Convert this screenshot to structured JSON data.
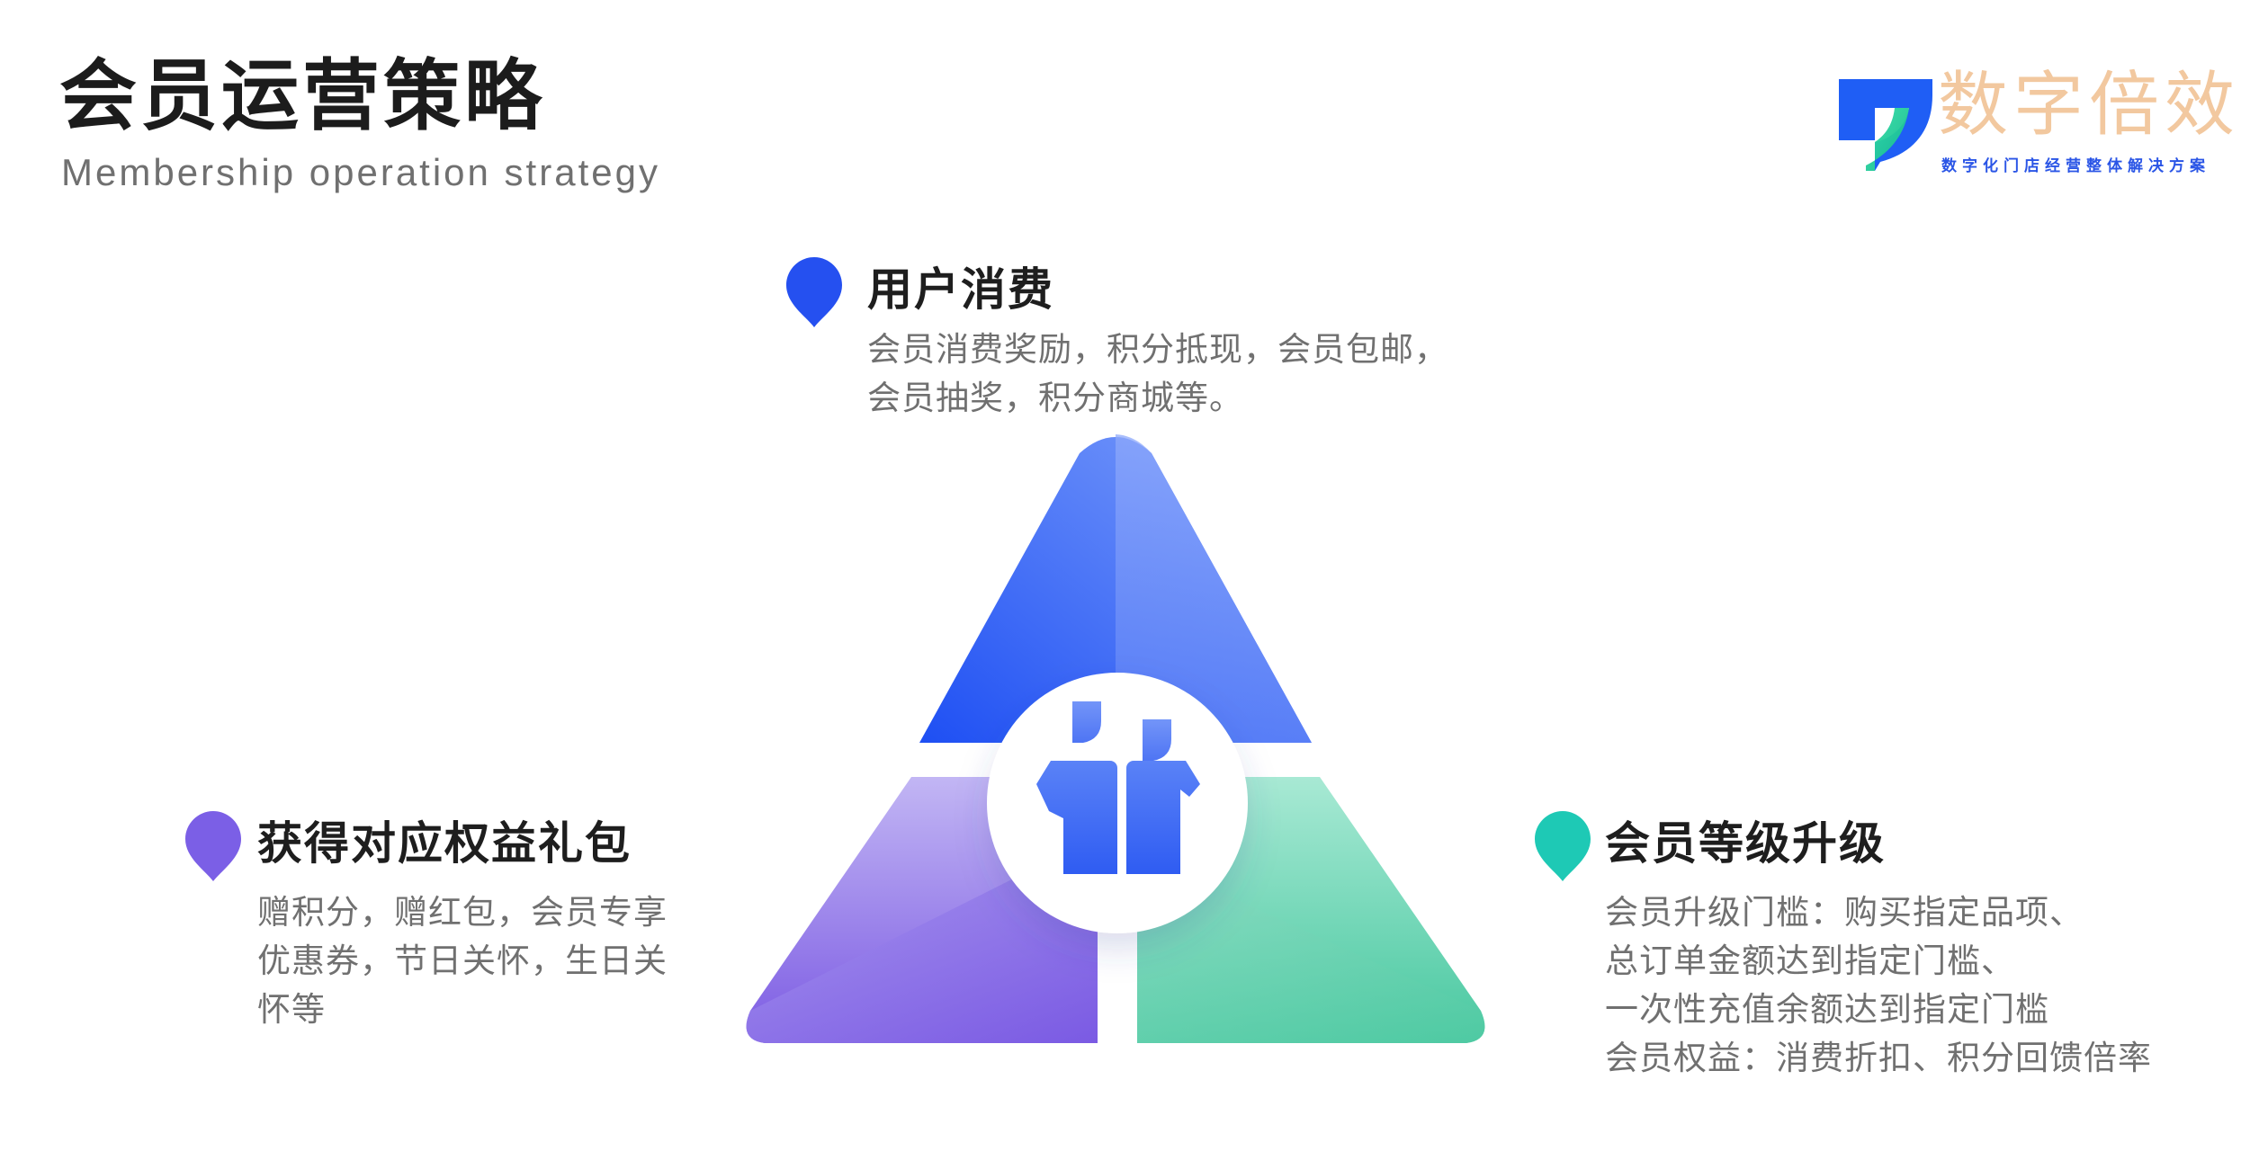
{
  "header": {
    "title": "会员运营策略",
    "subtitle": "Membership operation strategy"
  },
  "brand": {
    "name": "数字倍效",
    "tagline": "数字化门店经营整体解决方案",
    "colors": {
      "blue": "#1f5ef5",
      "green": "#2fd3a6",
      "name": "#f2c89f"
    }
  },
  "blocks": {
    "consumption": {
      "title": "用户消费",
      "lines": [
        "会员消费奖励，积分抵现，会员包邮，",
        "会员抽奖，积分商城等。"
      ],
      "pin_color": "#2550f0"
    },
    "gift": {
      "title": "获得对应权益礼包",
      "lines": [
        "赠积分，赠红包，会员专享",
        "优惠券，节日关怀，生日关",
        "怀等"
      ],
      "pin_color": "#7b5fe6"
    },
    "level": {
      "title": "会员等级升级",
      "lines": [
        "会员升级门槛：购买指定品项、",
        "总订单金额达到指定门槛、",
        "一次性充值余额达到指定门槛",
        "会员权益：消费折扣、积分回馈倍率"
      ],
      "pin_color": "#1ec9b5"
    }
  },
  "diagram": {
    "center_icon": "members-icon",
    "colors": {
      "top": "#2f5cf5",
      "left": "#8a6ae8",
      "right": "#5fd0ab"
    }
  }
}
